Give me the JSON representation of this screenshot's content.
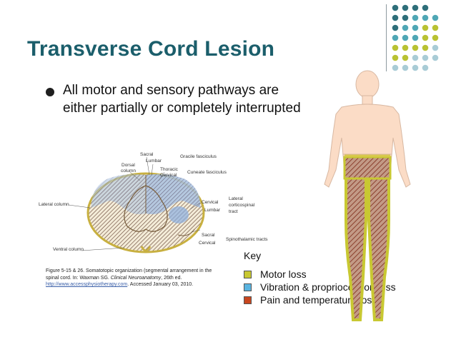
{
  "slide": {
    "title": "Transverse Cord Lesion",
    "bullet": "All motor and sensory pathways are either partially or completely interrupted"
  },
  "cord_figure": {
    "labels": {
      "sacral_top": "Sacral",
      "lumbar_top": "Lumbar",
      "gracile": "Gracile fasciculus",
      "dorsal_column_1": "Dorsal",
      "dorsal_column_2": "column",
      "thoracic": "Thoracic",
      "cervical_top": "Cervical",
      "cuneate": "Cuneate fasciculus",
      "lateral_column": "Lateral column",
      "cervical_mid": "Cervical",
      "lumbar_mid": "Lumbar",
      "lateral_cs_1": "Lateral",
      "lateral_cs_2": "corticospinal",
      "lateral_cs_3": "tract",
      "sacral_low": "Sacral",
      "cervical_low": "Cervical",
      "spinothalamic": "Spinothalamic tracts",
      "ventral_column": "Ventral column"
    },
    "caption": {
      "part1": "Figure 5-15 & 26. Somatotopic organization (segmental arrangement in the spinal cord. In: Waxman SG.",
      "book": "Clinical Neuroanatomy",
      "part2": ", 26th ed.",
      "link": "http://www.accessphysiotherapy.com",
      "part3": ". Accessed January 03, 2010."
    }
  },
  "key": {
    "title": "Key",
    "items": [
      {
        "label": "Motor loss",
        "color": "#c8c832"
      },
      {
        "label": "Vibration & proprioception loss",
        "color": "#5ab4e0"
      },
      {
        "label": "Pain and temperature loss",
        "color": "#c8461e"
      }
    ]
  },
  "colors": {
    "title": "#1b5e6b",
    "dot_teal": "#2e6f7a",
    "dot_cyan": "#4fa7b5",
    "dot_lime": "#b9c233",
    "dot_pale": "#a9ccd6",
    "skin": "#fbdcc6",
    "motor": "#c8c832",
    "hatch": "#8b2e1a"
  }
}
